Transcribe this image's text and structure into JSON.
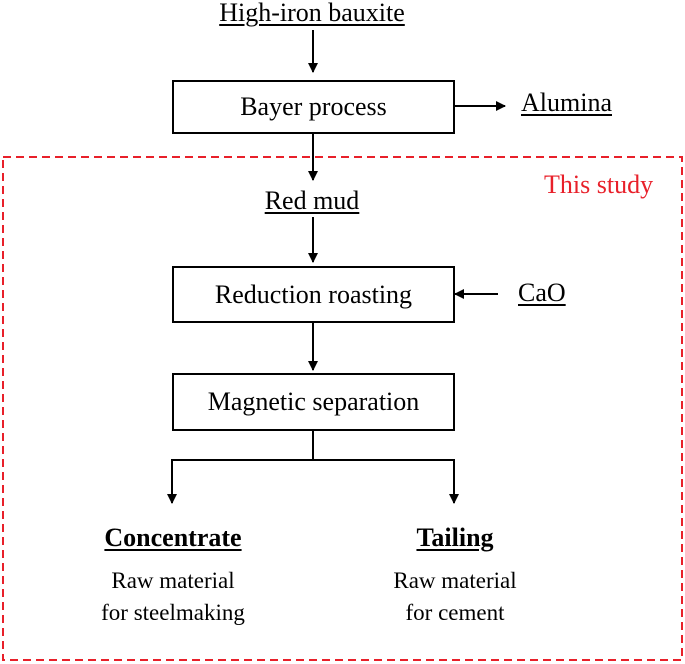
{
  "input": {
    "label": "High-iron bauxite"
  },
  "steps": {
    "bayer": {
      "label": "Bayer process"
    },
    "reduction": {
      "label": "Reduction roasting"
    },
    "magnetic": {
      "label": "Magnetic separation"
    }
  },
  "side_outputs": {
    "alumina": {
      "label": "Alumina"
    },
    "cao": {
      "label": "CaO"
    }
  },
  "intermediate": {
    "label": "Red mud"
  },
  "study_region": {
    "label": "This study",
    "color": "#e8202a"
  },
  "products": {
    "concentrate": {
      "title": "Concentrate",
      "line1": "Raw material",
      "line2": "for steelmaking"
    },
    "tailing": {
      "title": "Tailing",
      "line1": "Raw material",
      "line2": "for cement"
    }
  }
}
